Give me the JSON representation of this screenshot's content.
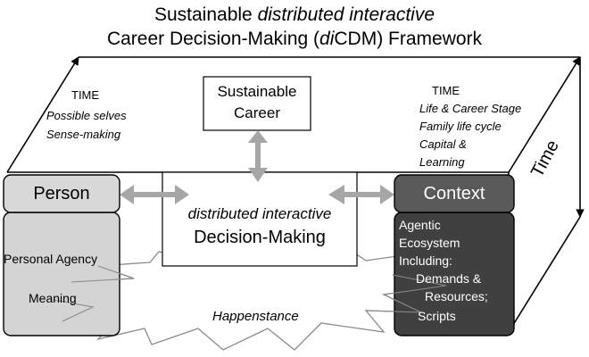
{
  "title": {
    "line1_prefix": "Sustainable ",
    "line1_italic": "distributed interactive",
    "line2_prefix": "Career Decision-Making (",
    "line2_italic": "di",
    "line2_suffix": "CDM) Framework"
  },
  "top_left": {
    "heading": "TIME",
    "items": [
      "Possible selves",
      "Sense-making"
    ]
  },
  "top_right": {
    "heading": "TIME",
    "items": [
      "Life & Career Stage",
      "Family life cycle",
      "Capital &",
      "Learning"
    ]
  },
  "side_label": "Time",
  "center_top_box": {
    "line1": "Sustainable",
    "line2": "Career"
  },
  "center_box": {
    "line1": "distributed interactive",
    "line2": "Decision-Making"
  },
  "person": {
    "header": "Person",
    "items": [
      "Personal Agency",
      "Meaning"
    ]
  },
  "context": {
    "header": "Context",
    "lines": [
      "Agentic",
      "Ecosystem",
      "Including:",
      "Demands &",
      "Resources;",
      "Scripts"
    ]
  },
  "happenstance": "Happenstance",
  "colors": {
    "person_header": "#d8d8d8",
    "person_body": "#d4d4d4",
    "context_header": "#595959",
    "context_body": "#404040",
    "arrow": "#a6a6a6"
  }
}
